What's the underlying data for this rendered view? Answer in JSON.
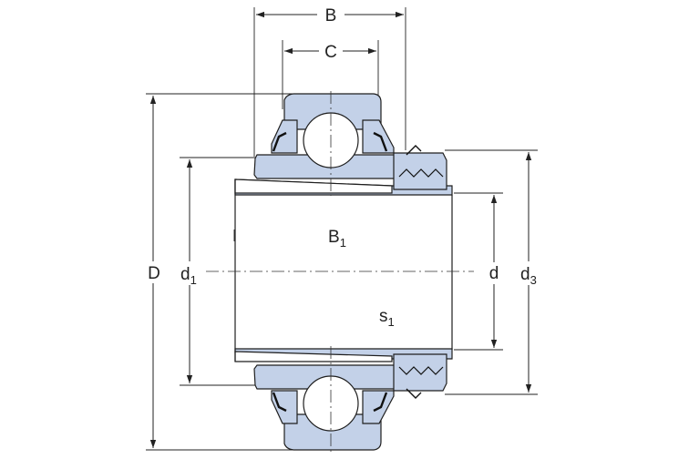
{
  "diagram": {
    "labels": {
      "B": "B",
      "C": "C",
      "D": "D",
      "d1": "d",
      "d1_sub": "1",
      "B1": "B",
      "B1_sub": "1",
      "d": "d",
      "d3": "d",
      "d3_sub": "3",
      "s1": "s",
      "s1_sub": "1"
    },
    "colors": {
      "part_fill": "#c3d1e8",
      "line": "#1f1f1f"
    }
  }
}
